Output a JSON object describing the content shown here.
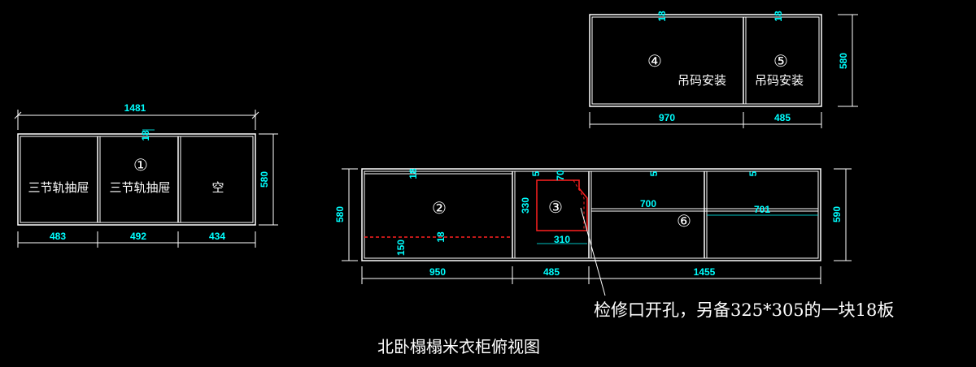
{
  "colors": {
    "background": "#000000",
    "outline": "#ffffff",
    "dimension": "#00ffff",
    "accent_red": "#ff2020"
  },
  "left_unit": {
    "total_width": "1481",
    "height": "580",
    "widths": [
      "483",
      "492",
      "434"
    ],
    "thickness": "18",
    "number": "①",
    "labels": [
      "三节轨抽屉",
      "三节轨抽屉",
      "空"
    ]
  },
  "upper_unit": {
    "widths": [
      "970",
      "485"
    ],
    "height": "580",
    "numbers": [
      "④",
      "⑤"
    ],
    "labels": [
      "吊码安装",
      "吊码安装"
    ],
    "thickness": [
      "18",
      "18"
    ]
  },
  "main_unit": {
    "height_left": "580",
    "height_right": "590",
    "bottom_dims": [
      "950",
      "485",
      "1455"
    ],
    "numbers": [
      "②",
      "③",
      "⑥"
    ],
    "dims": {
      "d150": "150",
      "d330": "330",
      "d310": "310",
      "d70": "70",
      "d5a": "5",
      "d5b": "5",
      "d5c": "5",
      "d700": "700",
      "d701": "701",
      "d18a": "18",
      "d18b": "18"
    }
  },
  "note": "检修口开孔，另备325*305的一块18板",
  "title": "北卧榻榻米衣柜俯视图"
}
